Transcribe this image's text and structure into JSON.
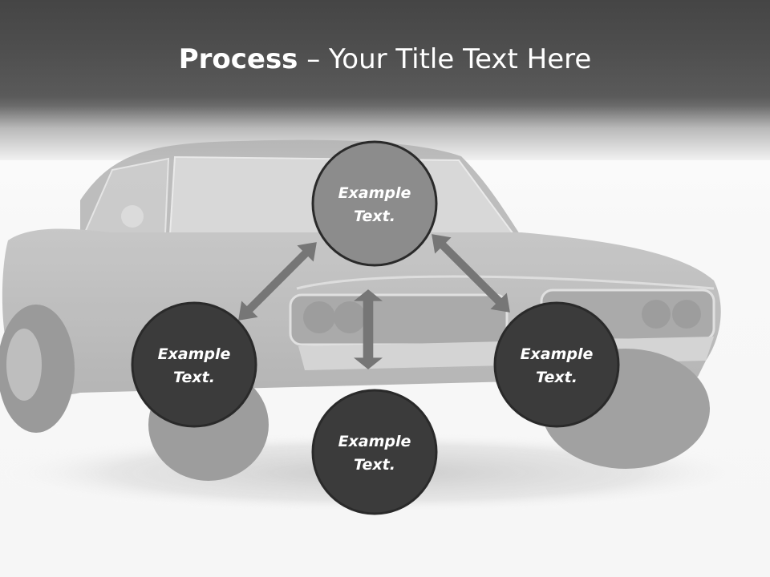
{
  "slide": {
    "title_bold": "Process",
    "title_rest": " – Your Title Text Here",
    "background_image": "muscle-car-photo"
  },
  "nodes": [
    {
      "id": "top",
      "line1": "Example",
      "line2": "Text.",
      "fill": "#8c8c8c"
    },
    {
      "id": "left",
      "line1": "Example",
      "line2": "Text.",
      "fill": "#3b3b3b"
    },
    {
      "id": "right",
      "line1": "Example",
      "line2": "Text.",
      "fill": "#3b3b3b"
    },
    {
      "id": "bottom",
      "line1": "Example",
      "line2": "Text.",
      "fill": "#3b3b3b"
    }
  ],
  "arrows": [
    {
      "name": "arrow-top-left",
      "style": "double-headed"
    },
    {
      "name": "arrow-top-right",
      "style": "double-headed"
    },
    {
      "name": "arrow-center-vertical",
      "style": "double-headed"
    }
  ],
  "colors": {
    "header_dark": "#454545",
    "arrow": "#767676",
    "node_outline": "#2a2a2a",
    "text": "#ffffff"
  }
}
